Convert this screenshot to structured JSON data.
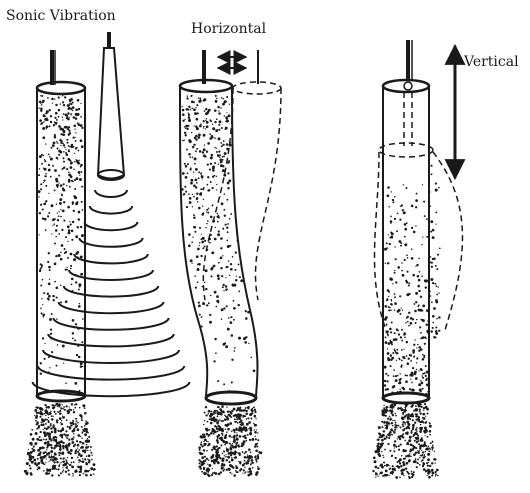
{
  "labels": {
    "sonic": "Sonic Vibration",
    "horizontal": "Horizontal",
    "vertical": "Vertical"
  },
  "colors": {
    "ink": "#1a1a1a",
    "paper": "#ffffff"
  },
  "icons": {
    "horizontal_motion": "double-horizontal-arrow-icon",
    "vertical_motion": "double-vertical-arrow-icon"
  }
}
